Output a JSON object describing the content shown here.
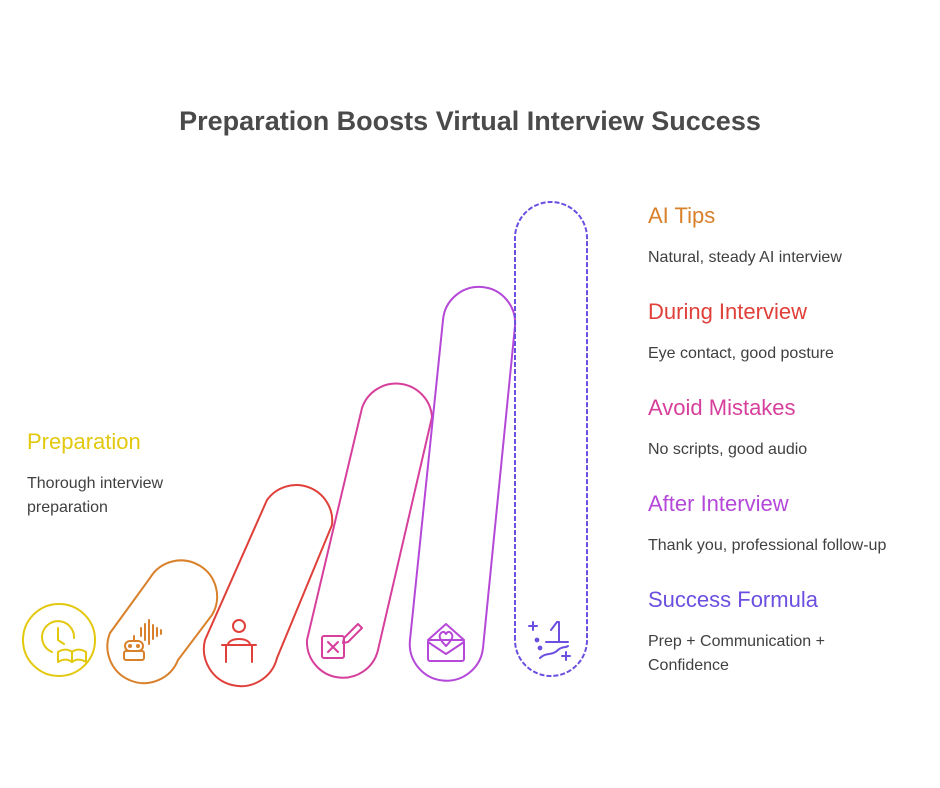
{
  "title": "Preparation Boosts Virtual Interview Success",
  "steps": [
    {
      "title": "Preparation",
      "desc": "Thorough interview\npreparation",
      "color": "#e3c80e",
      "icon": "clock-book-icon"
    },
    {
      "title": "AI Tips",
      "desc": "Natural, steady AI interview",
      "color": "#d9802a",
      "icon": "robot-voice-icon"
    },
    {
      "title": "During Interview",
      "desc": "Eye contact, good posture",
      "color": "#e0403a",
      "icon": "presenter-icon"
    },
    {
      "title": "Avoid Mistakes",
      "desc": "No scripts, good audio",
      "color": "#d63f9b",
      "icon": "cancel-edit-icon"
    },
    {
      "title": "After Interview",
      "desc": "Thank you, professional follow-up",
      "color": "#b548d8",
      "icon": "heart-mail-icon"
    },
    {
      "title": "Success Formula",
      "desc": "Prep + Communication +\nConfidence",
      "color": "#6c4fe0",
      "icon": "first-place-icon"
    }
  ]
}
